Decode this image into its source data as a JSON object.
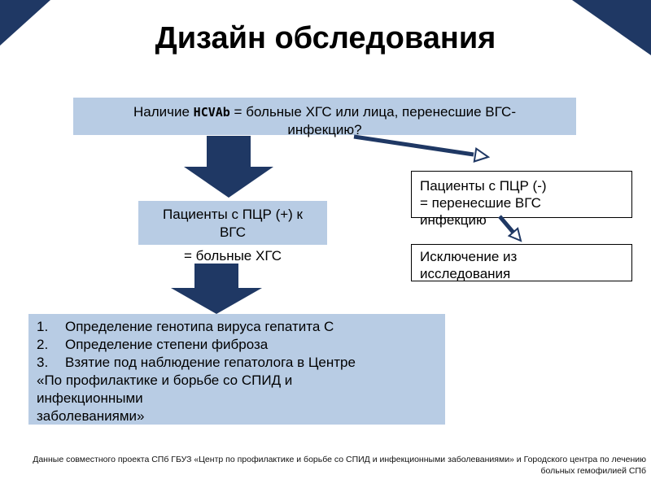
{
  "title": "Дизайн обследования",
  "flow": {
    "top_box_prefix": "Наличие ",
    "top_box_code": "HCVAb",
    "top_box_suffix": " = больные ХГС или лица, перенесшие ВГС-\nинфекцию?",
    "pcr_positive_box": "Пациенты с ПЦР (+) к\nВГС",
    "pcr_positive_caption": "= больные ХГС",
    "pcr_negative_box": "Пациенты с ПЦР (-)\n= перенесшие ВГС\nинфекцию",
    "exclusion_box": "Исключение из\nисследования",
    "outcome_items": [
      {
        "num": "1.",
        "text": "Определение генотипа вируса гепатита С"
      },
      {
        "num": "2.",
        "text": "Определение степени фиброза"
      },
      {
        "num": "3.",
        "text": "Взятие под наблюдение гепатолога в Центре"
      }
    ],
    "outcome_continuation": "«По профилактике и борьбе со СПИД и\nинфекционными\nзаболеваниями»"
  },
  "footer": "Данные совместного проекта СПб ГБУЗ «Центр по профилактике и борьбе со СПИД и инфекционными заболеваниями» и Городского центра по лечению больных гемофилией СПб",
  "colors": {
    "navy": "#1f3864",
    "light_blue": "#b8cce4"
  }
}
